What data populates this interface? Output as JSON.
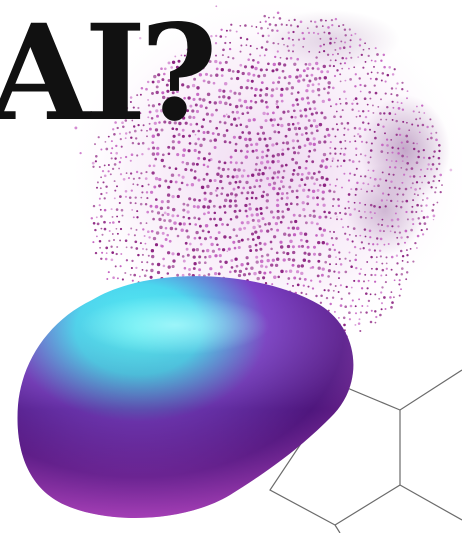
{
  "headline": {
    "text": "AI?"
  },
  "colors": {
    "headline": "#111111",
    "background": "#ffffff",
    "dots_primary": "#8a1f7e",
    "dots_light": "#c35fc0",
    "haze": "#e2b9e6",
    "blob_cyan": "#3de5f2",
    "blob_violet": "#7a25b5",
    "blob_deep": "#4a1676",
    "blob_magenta": "#a225a8",
    "hex_lines": "#6b6b6b"
  },
  "icons": {
    "mesh": "dotted-face-mesh",
    "blob": "gradient-blob",
    "lines": "hexagon-outline"
  }
}
